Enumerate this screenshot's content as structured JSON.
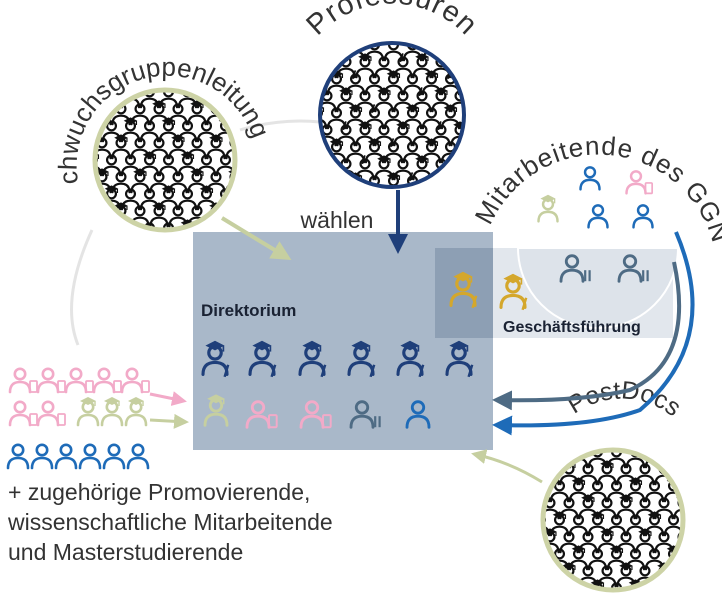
{
  "labels": {
    "professuren": "Professuren",
    "nachwuchs": "Nachwuchsgruppenleitungen",
    "mitarbeitende": "Mitarbeitende des GGN",
    "postdocs": "PostDocs",
    "waehlen": "wählen",
    "direktorium": "Direktorium",
    "geschaeftsfuehrung": "Geschäftsführung"
  },
  "footnote": {
    "line1": "+ zugehörige Promovierende,",
    "line2": "wissenschaftliche Mitarbeitende",
    "line3": "und Masterstudierende"
  },
  "colors": {
    "direktorium_box": "#a9b8c9",
    "geschaeftsfuehrung_box": "#dde3ea",
    "professor": "#1f3f7a",
    "nachwuchs": "#c6cfa0",
    "student": "#f2aac8",
    "staff": "#4e6b84",
    "blue": "#1e6bb8",
    "leitung": "#d4a72c",
    "circle_border_olive": "#cdd3a6",
    "circle_border_navy": "#1f3f7a",
    "crowd_line": "#111111"
  },
  "icons": {
    "professor": "person-mortarboard-pen-icon",
    "nachwuchs": "person-mortarboard-icon",
    "student": "person-phone-icon",
    "staff": "person-tools-icon",
    "generic": "person-icon",
    "leitung": "person-mortarboard-pen-icon"
  }
}
